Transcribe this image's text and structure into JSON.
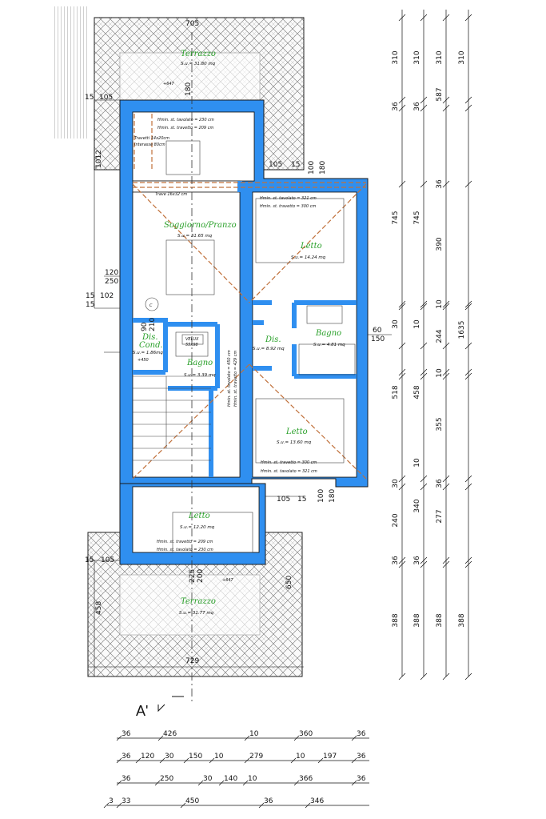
{
  "rooms": {
    "terrazzo_top": {
      "name": "Terrazzo",
      "area": "S.u.= 31.80 mq"
    },
    "soggiorno": {
      "name": "Soggiorno/Pranzo",
      "area": "S.u.= 31.65 mq"
    },
    "letto_ne": {
      "name": "Letto",
      "area": "S.u.= 14.24 mq"
    },
    "bagno_e": {
      "name": "Bagno",
      "area": "S.u.= 4.81 mq"
    },
    "dis_center": {
      "name": "Dis.",
      "area": "S.u.= 8.92 mq"
    },
    "dis_cond": {
      "name": "Dis.",
      "name2": "Cond.",
      "area": "S.u.= 1.86mq"
    },
    "bagno_w": {
      "name": "Bagno",
      "area": "S.u.= 3.39 mq"
    },
    "letto_se": {
      "name": "Letto",
      "area": "S.u.= 13.60 mq"
    },
    "letto_s": {
      "name": "Letto",
      "area": "S.u.= 12.20 mq"
    },
    "terrazzo_bottom": {
      "name": "Terrazzo",
      "area": "S.u.= 31.77 mq"
    }
  },
  "notes": {
    "top1": "Hmin. st. tavolato = 230 cm",
    "top2": "Hmin. st. travetto = 209 cm",
    "travetti": "Travetti 14x20cm",
    "interasse": "Interasse 80cm",
    "trave": "Trave 16x32 cm",
    "ne1": "Hmin. st. tavolato = 321 cm",
    "ne2": "Hmin. st. travetto = 300 cm",
    "se1": "Hmin. st. travetto = 300 cm",
    "se2": "Hmin. st. tavolato = 321 cm",
    "s1": "Hmin. st. travetto = 209 cm",
    "s2": "Hmin. st. tavolato = 230 cm",
    "center1": "Hmin. st. tavolato = 450 cm",
    "center2": "Hmin. st. travetto = 429 cm",
    "velux1": "VELUX",
    "velux2": "55x98",
    "c_symbol": "C"
  },
  "levels": {
    "top": "+647",
    "bottom": "+647",
    "cond": "+450"
  },
  "plan_dims": {
    "top_width": "705",
    "bottom_width": "729",
    "d15a": "15",
    "d105a": "105",
    "d180a": "180",
    "d105b": "105",
    "d15b": "15",
    "d100b": "100",
    "d180b": "180",
    "d1012": "1012",
    "d120": "120",
    "d250": "250",
    "d15c": "15",
    "d102": "102",
    "d15d": "15",
    "d90": "90",
    "d210": "210",
    "d60": "60",
    "d150": "150",
    "d105c": "105",
    "d15e": "15",
    "d100c": "100",
    "d180c": "180",
    "d15f": "15",
    "d105d": "105",
    "d458": "458",
    "d650": "650",
    "d225": "225",
    "d200": "200"
  },
  "vertical_dims": {
    "col1": [
      "310",
      "36",
      "745",
      "30",
      "518",
      "30",
      "240",
      "36",
      "388"
    ],
    "col2": [
      "310",
      "36",
      "745",
      "10",
      "458",
      "10",
      "340",
      "36",
      "388"
    ],
    "col3": [
      "310",
      "587",
      "36",
      "390",
      "10",
      "244",
      "10",
      "355",
      "36",
      "277",
      "388"
    ],
    "col4": [
      "310",
      "1635",
      "388"
    ]
  },
  "bottom_dims": {
    "row1": [
      "36",
      "426",
      "10",
      "360",
      "36"
    ],
    "row2": [
      "36",
      "120",
      "30",
      "150",
      "10",
      "279",
      "10",
      "197",
      "36"
    ],
    "row3": [
      "36",
      "250",
      "30",
      "140",
      "10",
      "366",
      "36"
    ],
    "row4": [
      "3",
      "33",
      "450",
      "36",
      "346"
    ]
  },
  "section_label": "A'",
  "colors": {
    "wall": "#2f8ff0",
    "room_text": "#2aa02a",
    "beam": "#c0703a"
  }
}
